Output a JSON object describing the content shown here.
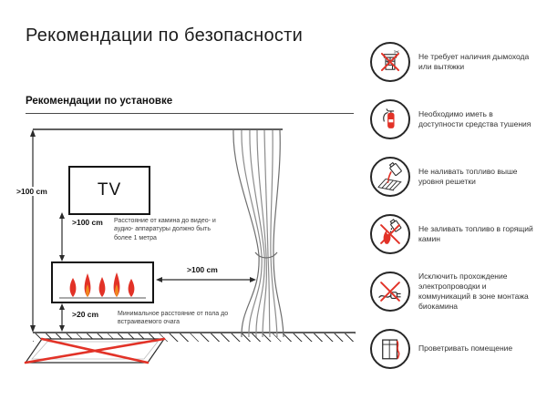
{
  "header": {
    "title": "Рекомендации по безопасности",
    "subtitle": "Рекомендации по установке"
  },
  "diagram": {
    "tv_label": "TV",
    "dim_wall": ">100 cm",
    "dim_tv": ">100 cm",
    "dim_curtain": ">100 cm",
    "dim_floor": ">20 cm",
    "note_tv": "Расстояние от камина до видео- и аудио- аппаратуры должно быть более 1 метра",
    "note_floor": "Минимальное расстояние от пола до встраиваемого очага"
  },
  "tips": [
    {
      "icon": "no-chimney-icon",
      "label": "Не требует наличия дымохода или вытяжки"
    },
    {
      "icon": "extinguisher-icon",
      "label": "Необходимо иметь в доступности средства тушения"
    },
    {
      "icon": "no-overfill-icon",
      "label": "Не наливать топливо выше уровня решетки"
    },
    {
      "icon": "no-refuel-burning-icon",
      "label": "Не заливать топливо в горящий камин"
    },
    {
      "icon": "no-wiring-icon",
      "label": "Исключить прохождение электропроводки и коммуникаций в зоне монтажа биокамина"
    },
    {
      "icon": "ventilation-icon",
      "label": "Проветривать помещение"
    }
  ],
  "colors": {
    "accent_red": "#e23227",
    "ink": "#222222",
    "curtain_gray": "#8c8c8c"
  }
}
